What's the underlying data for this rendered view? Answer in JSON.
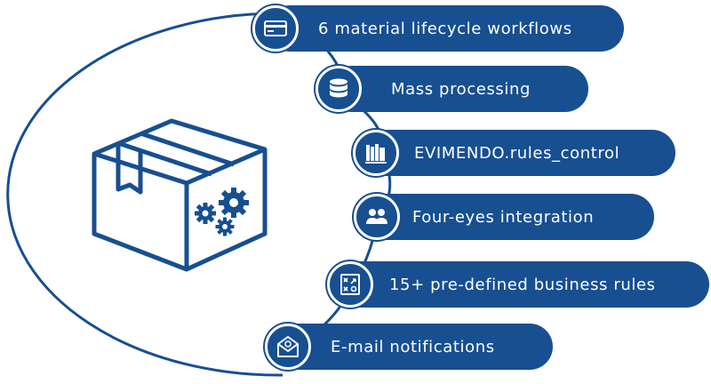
{
  "colors": {
    "primary": "#174f91",
    "white": "#ffffff"
  },
  "features": [
    {
      "label": "6 material lifecycle workflows",
      "icon": "credit-card-icon"
    },
    {
      "label": "Mass processing",
      "icon": "database-icon"
    },
    {
      "label": "EVIMENDO.rules_control",
      "icon": "books-icon"
    },
    {
      "label": "Four-eyes integration",
      "icon": "users-icon"
    },
    {
      "label": "15+ pre-defined business rules",
      "icon": "strategy-board-icon"
    },
    {
      "label": "E-mail notifications",
      "icon": "email-envelope-icon"
    }
  ],
  "central_icon": "box-with-gears-icon"
}
